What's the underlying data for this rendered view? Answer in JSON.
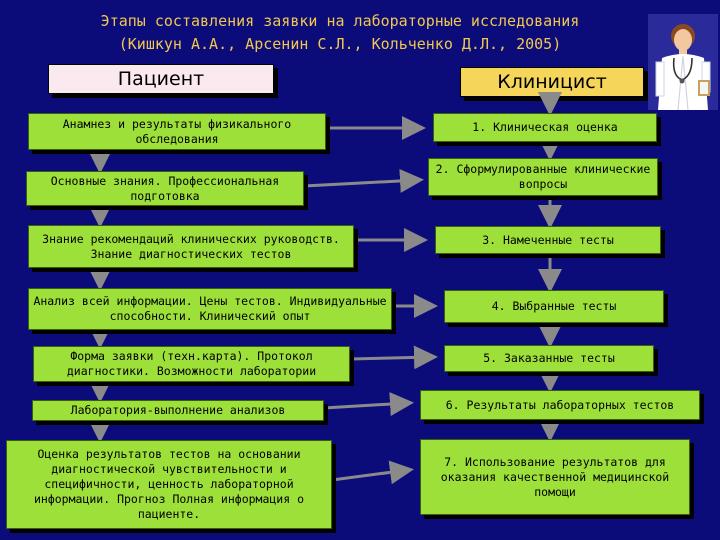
{
  "title": {
    "line1": "Этапы составления заявки на лабораторные исследования",
    "line2": "(Кишкун А.А., Арсенин С.Л., Кольченко Д.Л., 2005)"
  },
  "headers": {
    "patient": "Пациент",
    "clinician": "Клиницист"
  },
  "left": [
    "Анамнез и результаты физикального обследования",
    "Основные знания. Профессиональная подготовка",
    "Знание рекомендаций клинических руководств. Знание диагностических тестов",
    "Анализ всей информации. Цены тестов. Индивидуальные способности. Клинический опыт",
    "Форма заявки (техн.карта). Протокол диагностики. Возможности лаборатории",
    "Лаборатория-выполнение анализов",
    "Оценка результатов тестов на основании диагностической чувствительности и специфичности, ценность лабораторной информации. Прогноз Полная информация о пациенте."
  ],
  "right": [
    "1. Клиническая оценка",
    "2. Сформулированные клинические вопросы",
    "3. Намеченные тесты",
    "4. Выбранные тесты",
    "5. Заказанные тесты",
    "6. Результаты лабораторных тестов",
    "7. Использование результатов для оказания качественной медицинской помощи"
  ],
  "colors": {
    "background": "#0b0b7a",
    "title": "#f0c850",
    "box": "#9ee03a",
    "clinician_header": "#f5d55a",
    "patient_header": "#fbe9f0",
    "arrow": "#8a8a8a"
  },
  "illustration": "doctor-icon"
}
